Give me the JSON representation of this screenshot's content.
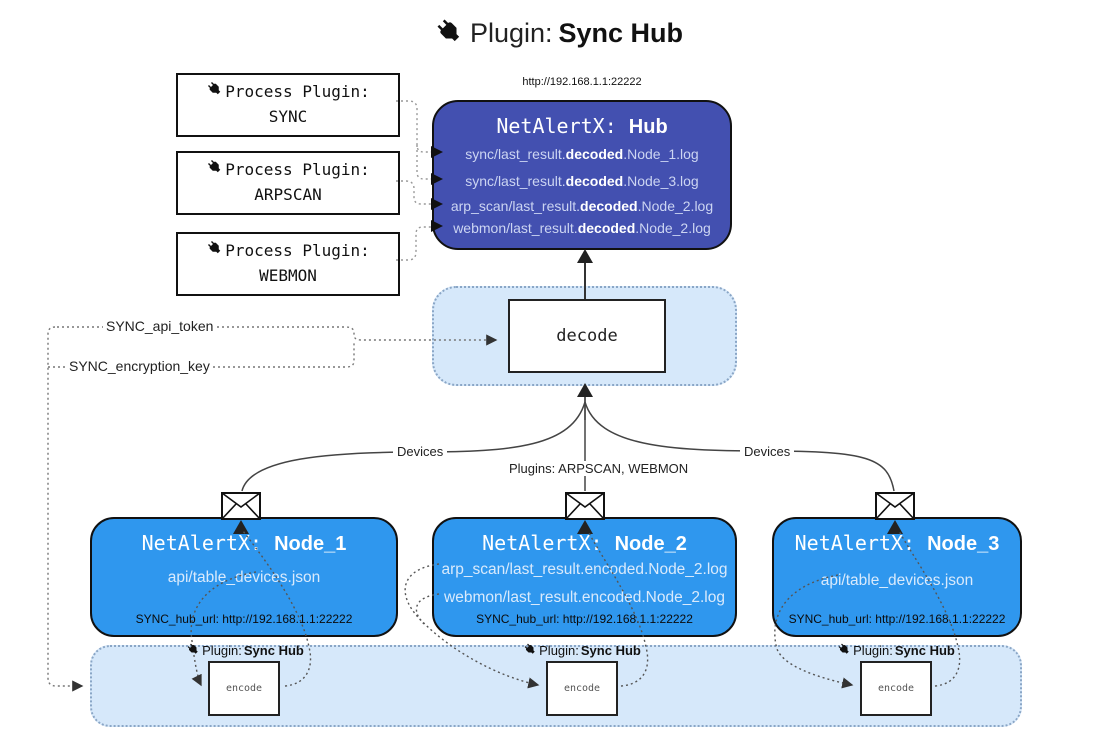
{
  "title": {
    "prefix": "Plugin: ",
    "name": "Sync Hub"
  },
  "process_plugins": [
    {
      "label": "Process Plugin:",
      "name": "SYNC"
    },
    {
      "label": "Process Plugin:",
      "name": "ARPSCAN"
    },
    {
      "label": "Process Plugin:",
      "name": "WEBMON"
    }
  ],
  "hub": {
    "url": "http://192.168.1.1:22222",
    "title_prefix": "NetAlertX: ",
    "title_name": "Hub",
    "lines": [
      {
        "pre": "sync/last_result.",
        "bold": "decoded",
        "post": ".Node_1.log"
      },
      {
        "pre": "sync/last_result.",
        "bold": "decoded",
        "post": ".Node_3.log"
      },
      {
        "pre": "arp_scan/last_result.",
        "bold": "decoded",
        "post": ".Node_2.log"
      },
      {
        "pre": "webmon/last_result.",
        "bold": "decoded",
        "post": ".Node_2.log"
      }
    ]
  },
  "decode": {
    "label": "decode"
  },
  "settings": {
    "api_token": "SYNC_api_token",
    "encryption_key": "SYNC_encryption_key"
  },
  "edge_labels": {
    "devices_left": "Devices",
    "plugins_center": "Plugins: ARPSCAN, WEBMON",
    "devices_right": "Devices"
  },
  "nodes": [
    {
      "title_prefix": "NetAlertX: ",
      "title_name": "Node_1",
      "files": [
        "api/table_devices.json"
      ],
      "hub_url": "SYNC_hub_url: http://192.168.1.1:22222"
    },
    {
      "title_prefix": "NetAlertX: ",
      "title_name": "Node_2",
      "files": [
        "arp_scan/last_result.encoded.Node_2.log",
        "webmon/last_result.encoded.Node_2.log"
      ],
      "hub_url": "SYNC_hub_url: http://192.168.1.1:22222"
    },
    {
      "title_prefix": "NetAlertX: ",
      "title_name": "Node_3",
      "files": [
        "api/table_devices.json"
      ],
      "hub_url": "SYNC_hub_url: http://192.168.1.1:22222"
    }
  ],
  "encoder": {
    "plugin_prefix": "Plugin: ",
    "plugin_name": "Sync Hub",
    "label": "encode"
  },
  "colors": {
    "hub_fill": "#4350b0",
    "node_fill": "#2f97ee",
    "panel_fill": "#d6e8fa",
    "hub_text": "#ccd5f2",
    "node_text": "#d9eafc"
  }
}
